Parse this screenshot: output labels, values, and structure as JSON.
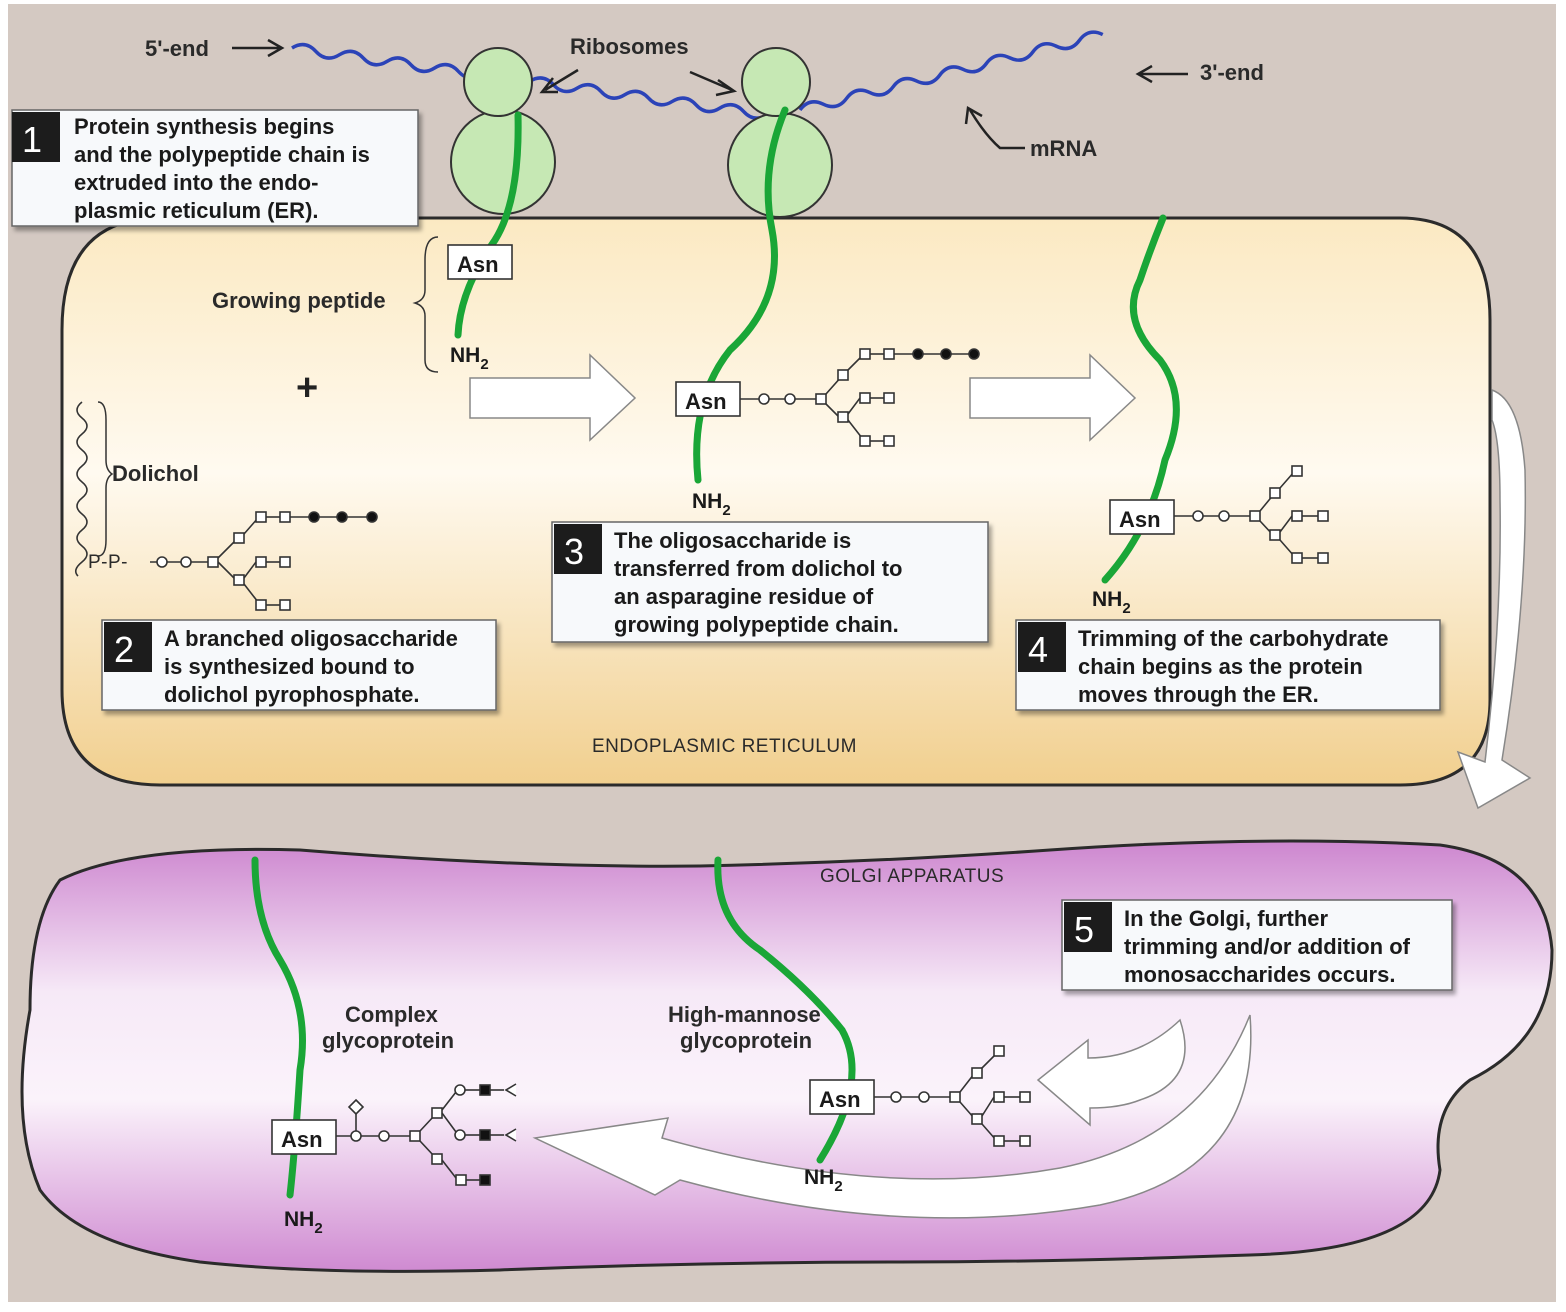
{
  "labels": {
    "five_end": "5'-end",
    "three_end": "3'-end",
    "ribosomes": "Ribosomes",
    "mrna": "mRNA",
    "growing_peptide": "Growing peptide",
    "dolichol": "Dolichol",
    "dolichol_pp": "P-P-",
    "plus": "+",
    "er": "ENDOPLASMIC RETICULUM",
    "golgi": "GOLGI APPARATUS",
    "complex_1": "Complex",
    "complex_2": "glycoprotein",
    "highmannose_1": "High-mannose",
    "highmannose_2": "glycoprotein",
    "asn": "Asn",
    "nh": "NH",
    "nh_sub": "2"
  },
  "steps": [
    {
      "num": "1",
      "lines": [
        "Protein synthesis begins",
        "and the polypeptide chain is",
        "extruded into the endo-",
        "plasmic reticulum (ER)."
      ]
    },
    {
      "num": "2",
      "lines": [
        "A branched oligosaccharide",
        "is synthesized bound to",
        "dolichol pyrophosphate."
      ]
    },
    {
      "num": "3",
      "lines": [
        "The oligosaccharide is",
        "transferred from dolichol to",
        "an asparagine residue of",
        "growing polypeptide chain."
      ]
    },
    {
      "num": "4",
      "lines": [
        "Trimming of the carbohydrate",
        "chain begins as the protein",
        "moves through the ER."
      ]
    },
    {
      "num": "5",
      "lines": [
        "In the Golgi, further",
        "trimming and/or addition of",
        "monosaccharides occurs."
      ]
    }
  ],
  "colors": {
    "background": "#d6cbc4",
    "er_fill": "#f3d8a4",
    "golgi_fill": "#d596d6",
    "ribosome": "#c6e8b4",
    "mrna": "#2b43b8",
    "chain": "#1aa637"
  }
}
